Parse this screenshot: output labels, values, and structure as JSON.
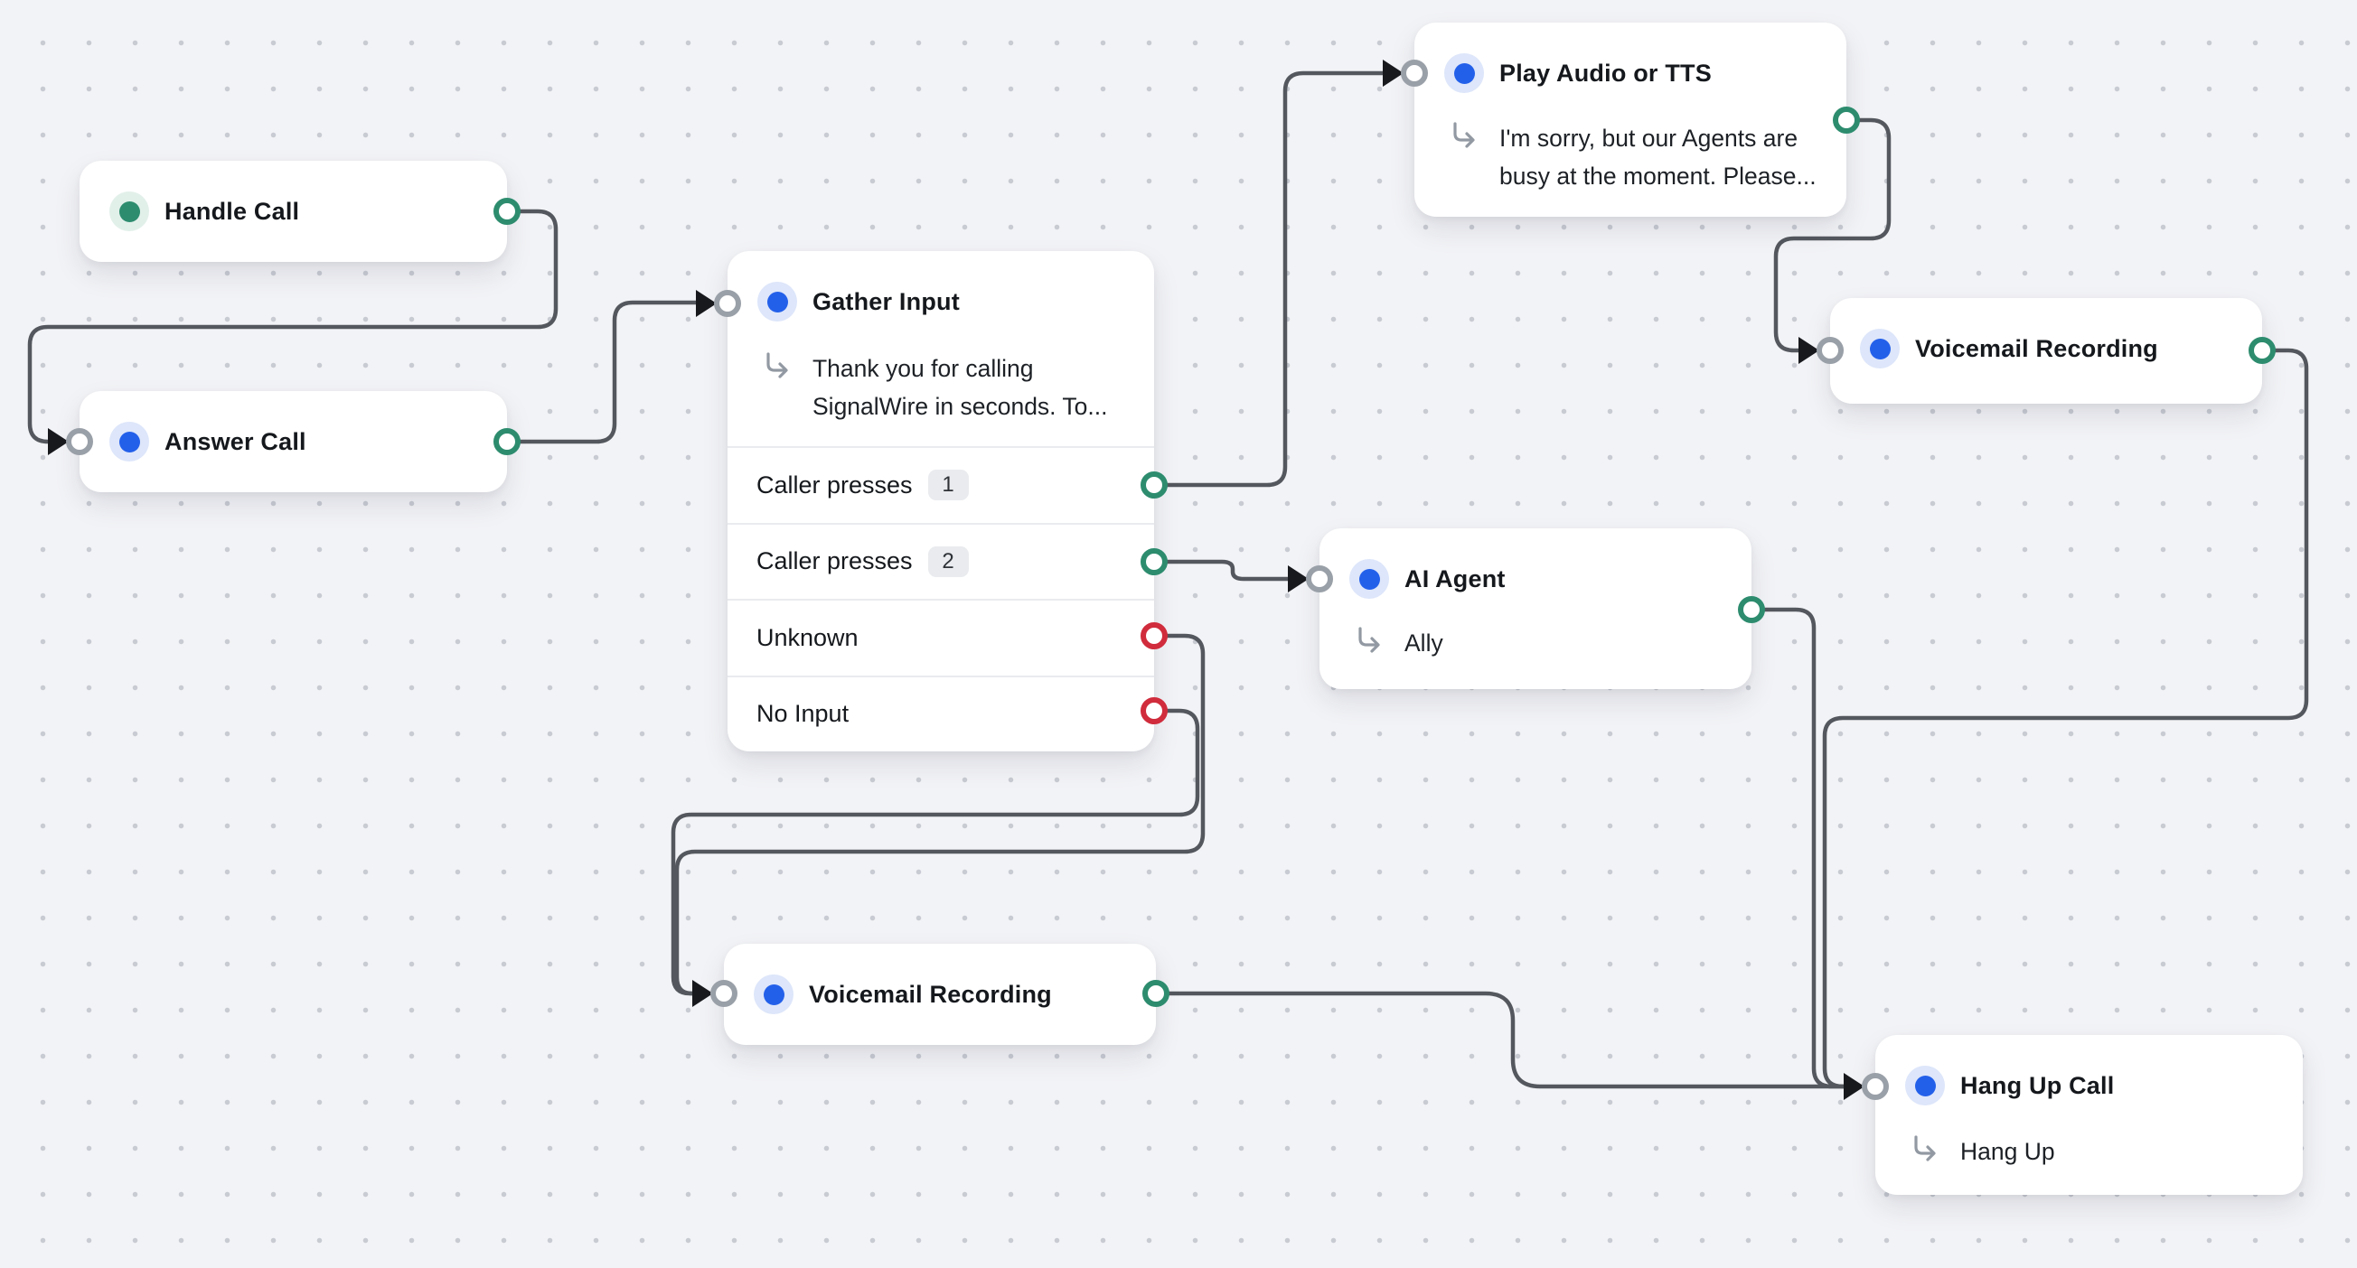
{
  "colors": {
    "canvas-bg": "#f2f3f6",
    "dot": "#c8cbd2",
    "node-bg": "#ffffff",
    "wire": "#54585e",
    "green": "#2d8c6e",
    "green-halo": "#e2f0ea",
    "red": "#d02c3c",
    "blue": "#2360ea",
    "blue-halo": "#dde6fa",
    "gray-ring": "#9aa0a8",
    "arrow": "#17191d",
    "text": "#15181c",
    "divider": "#e9ebef",
    "badge-bg": "#e9ebee"
  },
  "nodes": {
    "handle_call": {
      "title": "Handle Call",
      "icon": "green-dot-icon"
    },
    "answer_call": {
      "title": "Answer Call",
      "icon": "blue-dot-icon"
    },
    "gather_input": {
      "title": "Gather Input",
      "icon": "blue-dot-icon",
      "prompt": {
        "line1": "Thank you for calling",
        "line2": "SignalWire in seconds. To..."
      },
      "outputs": [
        {
          "label": "Caller presses",
          "badge": "1",
          "port_color": "green"
        },
        {
          "label": "Caller presses",
          "badge": "2",
          "port_color": "green"
        },
        {
          "label": "Unknown",
          "port_color": "red"
        },
        {
          "label": "No Input",
          "port_color": "red"
        }
      ]
    },
    "play_audio_or_tts": {
      "title": "Play Audio or TTS",
      "icon": "blue-dot-icon",
      "subtitle": {
        "line1": "I'm sorry, but our Agents are",
        "line2": "busy at the moment. Please..."
      }
    },
    "voicemail_recording_right": {
      "title": "Voicemail Recording",
      "icon": "blue-dot-icon"
    },
    "ai_agent": {
      "title": "AI Agent",
      "icon": "blue-dot-icon",
      "subtitle": "Ally"
    },
    "voicemail_recording_bottom": {
      "title": "Voicemail Recording",
      "icon": "blue-dot-icon"
    },
    "hang_up_call": {
      "title": "Hang Up Call",
      "icon": "blue-dot-icon",
      "subtitle": "Hang Up"
    }
  }
}
